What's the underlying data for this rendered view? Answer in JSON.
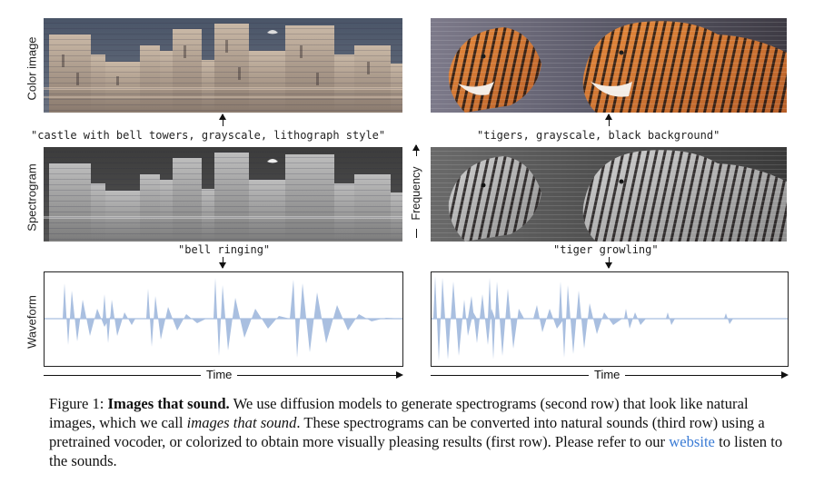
{
  "row_labels": {
    "color": "Color image",
    "spectrogram": "Spectrogram",
    "waveform": "Waveform"
  },
  "frequency_label": "Frequency",
  "left": {
    "image_prompt": "\"castle with bell towers, grayscale, lithograph style\"",
    "audio_prompt": "\"bell ringing\"",
    "time_label": "Time"
  },
  "right": {
    "image_prompt": "\"tigers, grayscale, black background\"",
    "audio_prompt": "\"tiger growling\"",
    "time_label": "Time"
  },
  "caption": {
    "figure_label": "Figure 1:",
    "title": "Images that sound.",
    "text_1": " We use diffusion models to generate spectrograms (second row) that look like natural images, which we call ",
    "emphasis": "images that sound",
    "text_2": ". These spectrograms can be converted into natural sounds (third row) using a pretrained vocoder, or colorized to obtain more visually pleasing results (first row). Please refer to our ",
    "link": "website",
    "text_3": " to listen to the sounds."
  },
  "colors": {
    "waveform": "#a9bfe0",
    "link": "#3a7bd5"
  }
}
